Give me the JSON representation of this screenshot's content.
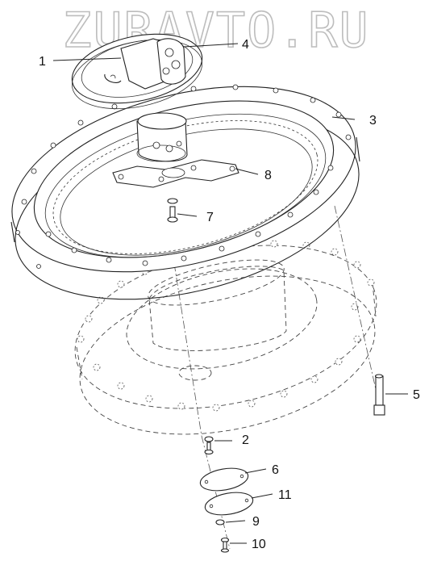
{
  "watermark": "ZURAVTO.RU",
  "corner_mark": "",
  "callouts": [
    {
      "id": "1",
      "text": "1"
    },
    {
      "id": "2",
      "text": "2"
    },
    {
      "id": "3",
      "text": "3"
    },
    {
      "id": "4",
      "text": "4"
    },
    {
      "id": "5",
      "text": "5"
    },
    {
      "id": "6",
      "text": "6"
    },
    {
      "id": "7",
      "text": "7"
    },
    {
      "id": "8",
      "text": "8"
    },
    {
      "id": "9",
      "text": "9"
    },
    {
      "id": "10",
      "text": "10"
    },
    {
      "id": "11",
      "text": "11"
    }
  ]
}
